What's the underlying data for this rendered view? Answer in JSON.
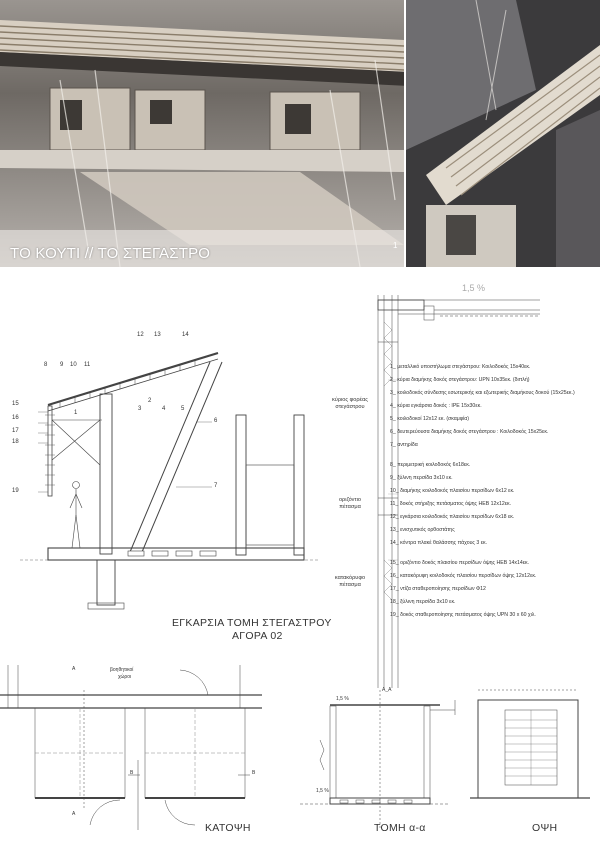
{
  "header": {
    "title": "ΤΟ ΚΟΥΤΙ // ΤΟ ΣΤΕΓΑΣΤΡΟ",
    "page_number": "1"
  },
  "section": {
    "title_line1": "ΕΓΚΑΡΣΙΑ ΤΟΜΗ ΣΤΕΓΑΣΤΡΟΥ",
    "title_line2": "ΑΓΟΡΑ 02",
    "numbers": [
      "1",
      "2",
      "3",
      "4",
      "5",
      "6",
      "7",
      "8",
      "9",
      "10",
      "11",
      "12",
      "13",
      "14",
      "15",
      "16",
      "17",
      "18",
      "19"
    ]
  },
  "slope_label": "1,5 %",
  "legend": {
    "categories": [
      {
        "line1": "κύριος φορέας",
        "line2": "στεγάστρου"
      },
      {
        "line1": "οριζόντιο",
        "line2": "πέτασμα"
      },
      {
        "line1": "κατακόρυφο",
        "line2": "πέτασμα"
      }
    ],
    "items": [
      "1_ μεταλλικό υποστήλωμα στεγάστρου: Κοιλοδοκός 15x40εκ.",
      "2_ κύρια διαμήκης δοκός στεγάστρου: UPN 10x35εκ. (διπλή)",
      "3_ κοιλοδοκός σύνδεσης εσωτερικής και εξωτερικής διαμήκους δοκού (15x25εκ.)",
      "4_ κύρια εγκάρσια δοκός : IPE 15x30εκ.",
      "5_ κοιλοδοκοί 12x12 εκ. (σκαμφία)",
      "6_ δευτερεύουσα διαμήκης δοκός στεγάστρου : Κοιλοδοκός 15x25εκ.",
      "7_ αντηρίδα",
      "8_ περιμετρική κοιλοδοκός 6x18εκ.",
      "9_ ξύλινη περσίδα 3x10 εκ.",
      "10_ διαμήκης κοιλοδοκός πλαισίου περσίδων 6x12 εκ.",
      "11_ δοκός στήριξης πετάσματος όψης HEB 12x12εκ.",
      "12_ εγκάρσια κοιλοδοκός πλαισίου περσίδων 6x18 εκ.",
      "13_ ενισχυτικός ορθοστάτης",
      "14_ κόντρα πλακέ θαλάσσης πάχους 3 εκ.",
      "15_ οριζόντιο δοκός πλαισίου περσίδων όψης HEB 14x14εκ.",
      "16_ κατακόρυφη κοιλοδοκός πλαισίου περσίδων όψης 12x12εκ.",
      "17_ ντίζα σταθεροποίησης περσίδων Φ12",
      "18_ ξύλινη περσίδα 3x10 εκ.",
      "19_ δοκός σταθεροποίησης πετάσματος όψης UPN 30 x 60 χιλ."
    ]
  },
  "plan": {
    "title": "ΚΑΤΟΨΗ",
    "room_label_line1": "βοηθητικοί",
    "room_label_line2": "χώροι",
    "marker_a": "A",
    "marker_b": "B"
  },
  "section_aa": {
    "title": "ΤΟΜΗ α-α",
    "marker": "A_A",
    "slope_small": "1,5 %"
  },
  "elevation": {
    "title": "ΟΨΗ"
  }
}
